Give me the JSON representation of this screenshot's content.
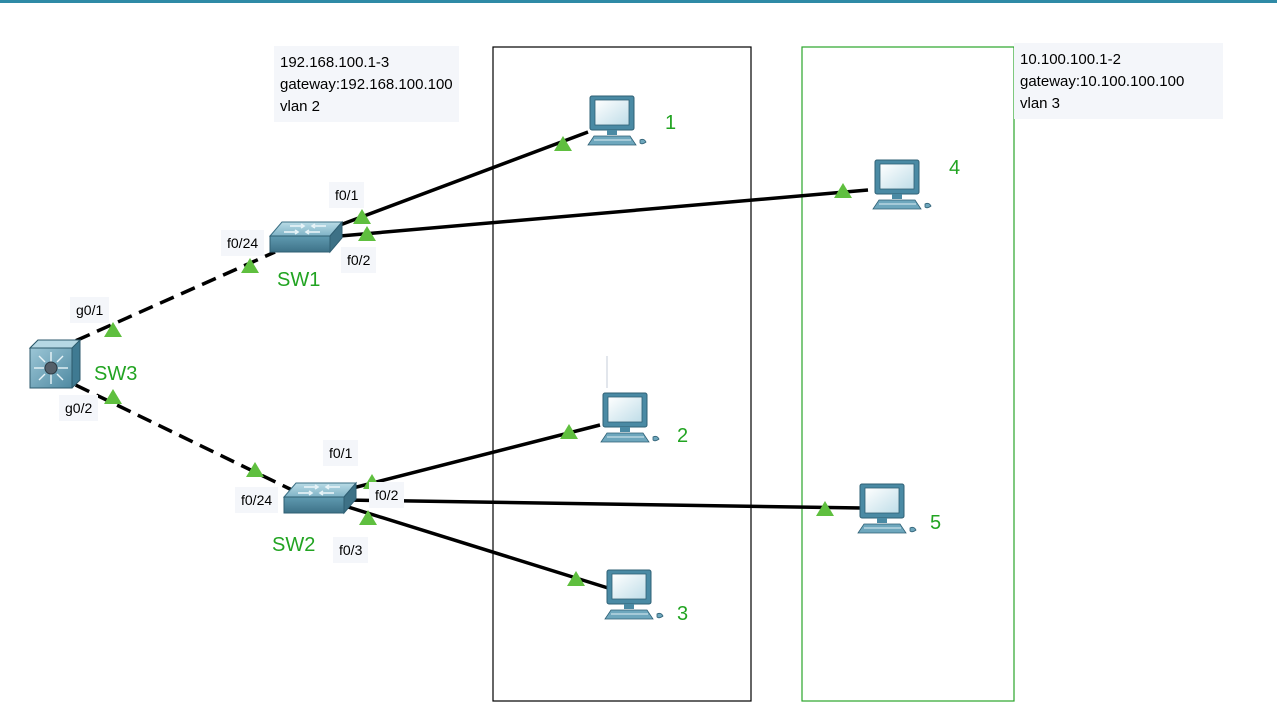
{
  "colors": {
    "accent_green": "#22a422",
    "link_marker": "#5fbf3f",
    "vlan2_box": "#000000",
    "vlan3_box": "#2aa52a",
    "note_bg": "#f4f6fa",
    "header_bar": "#2f8aa6"
  },
  "vlan_notes": [
    {
      "lines": [
        "192.168.100.1-3",
        "gateway:192.168.100.100",
        "vlan 2"
      ]
    },
    {
      "lines": [
        "10.100.100.1-2",
        "gateway:10.100.100.100",
        "vlan 3"
      ]
    }
  ],
  "devices": {
    "switches": [
      {
        "name": "SW1",
        "icon": "switch-icon"
      },
      {
        "name": "SW2",
        "icon": "switch-icon"
      },
      {
        "name": "SW3",
        "icon": "multilayer-switch-icon"
      }
    ],
    "pcs": [
      {
        "name": "1",
        "icon": "pc-icon"
      },
      {
        "name": "2",
        "icon": "pc-icon"
      },
      {
        "name": "3",
        "icon": "pc-icon"
      },
      {
        "name": "4",
        "icon": "pc-icon"
      },
      {
        "name": "5",
        "icon": "pc-icon"
      }
    ]
  },
  "ports": {
    "sw1_f0_1": "f0/1",
    "sw1_f0_2": "f0/2",
    "sw1_f0_24": "f0/24",
    "sw3_g0_1": "g0/1",
    "sw3_g0_2": "g0/2",
    "sw2_f0_1": "f0/1",
    "sw2_f0_2": "f0/2",
    "sw2_f0_3": "f0/3",
    "sw2_f0_24": "f0/24"
  }
}
